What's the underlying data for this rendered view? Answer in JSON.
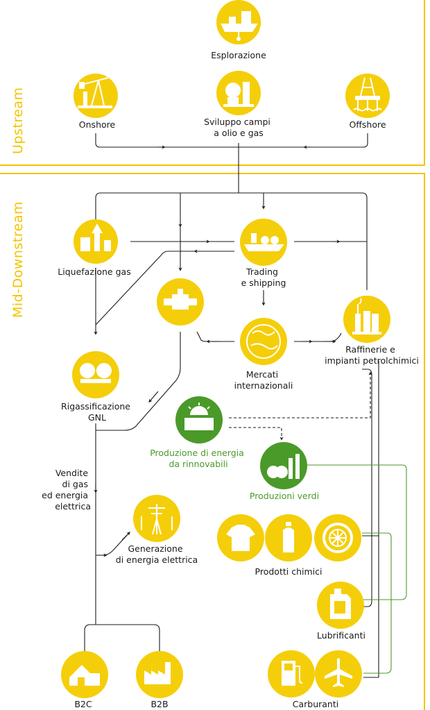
{
  "sections": {
    "upstream": "Upstream",
    "mid_downstream": "Mid-Downstream"
  },
  "nodes": {
    "esplorazione": [
      "Esplorazione"
    ],
    "onshore": [
      "Onshore"
    ],
    "sviluppo": [
      "Sviluppo campi",
      "a olio e gas"
    ],
    "offshore": [
      "Offshore"
    ],
    "liquefazione": [
      "Liquefazione gas"
    ],
    "trading": [
      "Trading",
      "e shipping"
    ],
    "mercati": [
      "Mercati",
      "internazionali"
    ],
    "raffinerie": [
      "Raffinerie e",
      "impianti petrolchimici"
    ],
    "rigassificazione": [
      "Rigassificazione",
      "GNL"
    ],
    "rinnovabili": [
      "Produzione di energia",
      "da rinnovabili"
    ],
    "verdi": [
      "Produzioni verdi"
    ],
    "vendite": [
      "Vendite",
      "di gas",
      "ed energia",
      "elettrica"
    ],
    "generazione": [
      "Generazione",
      "di energia elettrica"
    ],
    "chimici": [
      "Prodotti chimici"
    ],
    "lubrificanti": [
      "Lubrificanti"
    ],
    "b2c": [
      "B2C"
    ],
    "b2b": [
      "B2B"
    ],
    "carburanti": [
      "Carburanti"
    ]
  },
  "colors": {
    "yellow": "#f5ce0a",
    "green": "#4a9a2a",
    "line": "#1a1a1a"
  }
}
